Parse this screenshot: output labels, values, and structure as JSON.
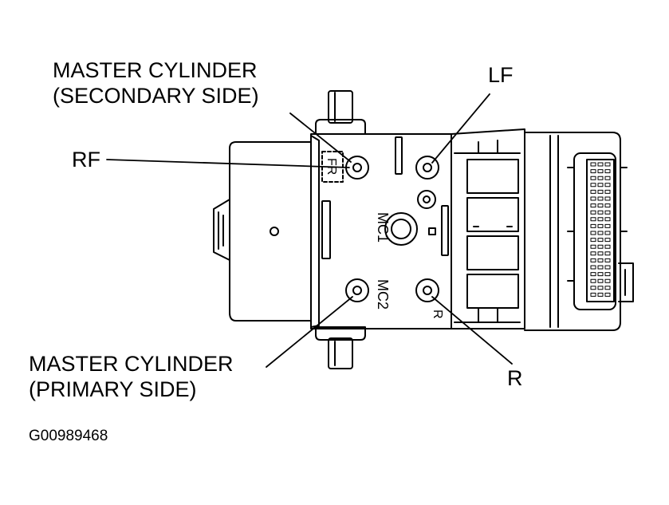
{
  "callouts": {
    "mc_secondary": [
      "MASTER CYLINDER",
      "(SECONDARY SIDE)"
    ],
    "lf": "LF",
    "rf": "RF",
    "mc_primary": [
      "MASTER CYLINDER",
      "(PRIMARY SIDE)"
    ],
    "r": "R"
  },
  "body_marks": {
    "fr": "FR",
    "mc1": "MC1",
    "mc2": "MC2",
    "r": "R"
  },
  "figure_id": "G00989468",
  "colors": {
    "ink": "#000000",
    "paper": "#ffffff"
  }
}
